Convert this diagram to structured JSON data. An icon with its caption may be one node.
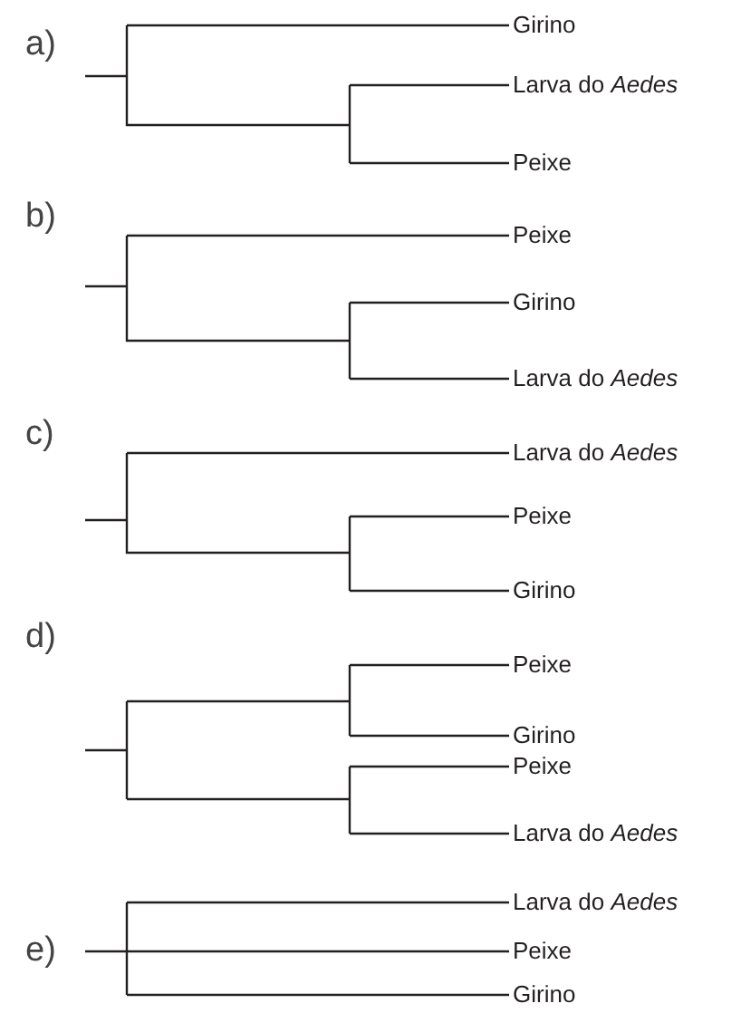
{
  "diagram": {
    "nodes": [
      {
        "text": [
          "Girino"
        ]
      },
      {
        "text": [
          "Larva do *Aedes*"
        ]
      },
      {
        "text": [
          "Peixe"
        ]
      },
      {
        "text": [
          "Peixe"
        ]
      },
      {
        "text": [
          "Girino"
        ]
      },
      {
        "text": [
          "Larva do *Aedes*"
        ]
      },
      {
        "text": [
          "Larva do *Aedes*"
        ]
      },
      {
        "text": [
          "Peixe"
        ]
      },
      {
        "text": [
          "Girino"
        ]
      },
      {
        "text": [
          "Peixe"
        ]
      },
      {
        "text": [
          "Girino"
        ]
      },
      {
        "text": [
          "Peixe"
        ]
      },
      {
        "text": [
          "Larva do *Aedes*"
        ]
      },
      {
        "text": [
          "Larva do *Aedes*"
        ]
      },
      {
        "text": [
          "Peixe"
        ]
      },
      {
        "text": [
          "Girino"
        ]
      }
    ],
    "labels": [
      "a)",
      "b)",
      "c)",
      "d)",
      "e)"
    ]
  }
}
